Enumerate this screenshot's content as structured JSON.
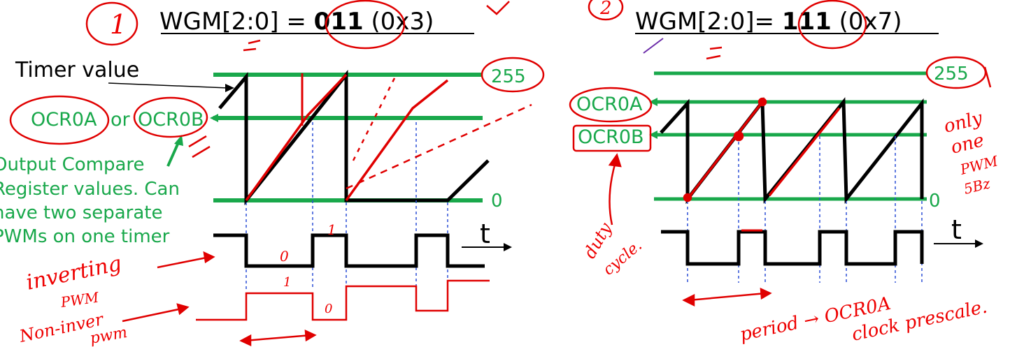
{
  "colors": {
    "green": "#19a84b",
    "black": "#000000",
    "red_annotation": "#e00000",
    "blue_dashed": "#2b4fd6"
  },
  "left": {
    "marker": "1",
    "title_prefix": "WGM[2:0] = ",
    "title_bold": "011",
    "title_suffix": " (0x3)",
    "timer_value_label": "Timer value",
    "ocr_label_a": "OCR0A",
    "ocr_label_or": "or",
    "ocr_label_b": "OCR0B",
    "level_top": "255",
    "level_bottom": "0",
    "time_label": "t",
    "description_lines": [
      "Output Compare",
      "Register values. Can",
      "have two separate",
      "PWMs on one timer"
    ],
    "handwritten": {
      "inverting_line1": "inverting",
      "inverting_line2": "PWM",
      "noninverting_line1": "Non-inver",
      "noninverting_line2": "pwm",
      "zero_mark": "0",
      "one_mark": "1",
      "one_mark_b": "1",
      "zero_mark_b": "0"
    }
  },
  "right": {
    "marker": "2",
    "title_prefix": "WGM[2:0]= ",
    "title_bold": "111",
    "title_suffix": " (0x7)",
    "ocr_label_a": "OCR0A",
    "ocr_label_b": "OCR0B",
    "level_top": "255",
    "level_bottom": "0",
    "time_label": "t",
    "handwritten": {
      "only_line1": "only",
      "only_line2": "one",
      "only_line3": "PWM",
      "only_line4": "5Bz",
      "duty_line1": "duty",
      "duty_line2": "cycle.",
      "period_note": "period → OCR0A",
      "clock_note": "clock prescale."
    }
  }
}
